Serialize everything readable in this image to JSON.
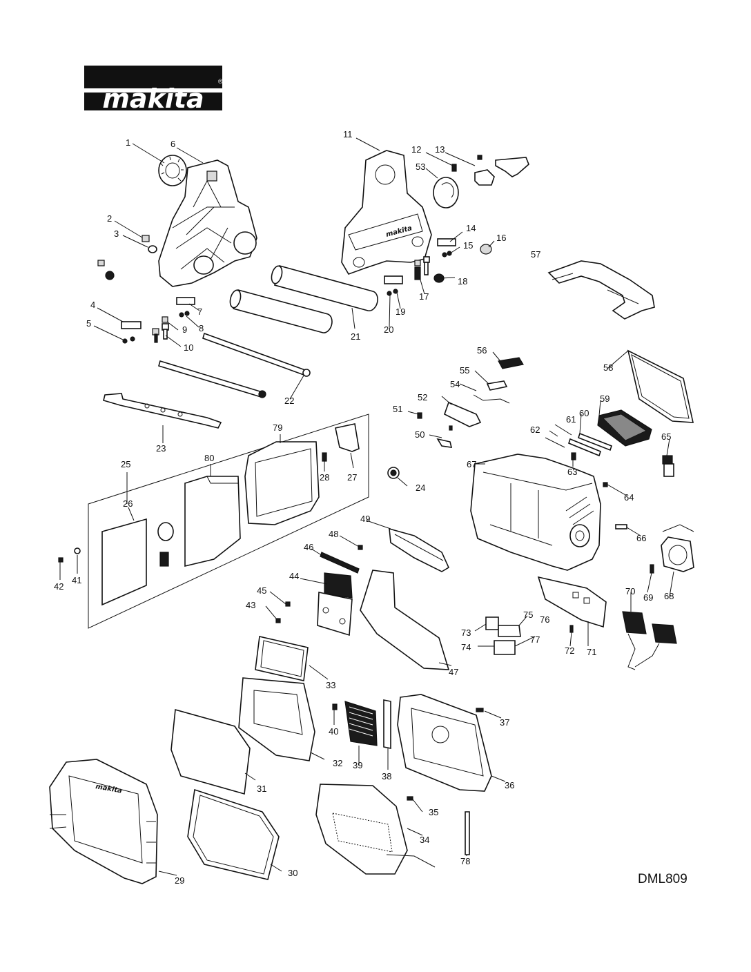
{
  "brand": {
    "logo_text": "makita",
    "registered_mark": "®"
  },
  "model": "DML809",
  "callouts": [
    "1",
    "2",
    "3",
    "4",
    "5",
    "6",
    "7",
    "8",
    "9",
    "10",
    "11",
    "12",
    "13",
    "14",
    "15",
    "16",
    "17",
    "18",
    "19",
    "20",
    "21",
    "22",
    "23",
    "24",
    "25",
    "26",
    "27",
    "28",
    "29",
    "30",
    "31",
    "32",
    "33",
    "34",
    "35",
    "36",
    "37",
    "38",
    "39",
    "40",
    "41",
    "42",
    "43",
    "44",
    "45",
    "46",
    "47",
    "48",
    "49",
    "50",
    "51",
    "52",
    "53",
    "54",
    "55",
    "56",
    "57",
    "58",
    "59",
    "60",
    "61",
    "62",
    "63",
    "64",
    "65",
    "66",
    "67",
    "68",
    "69",
    "70",
    "71",
    "72",
    "73",
    "74",
    "75",
    "76",
    "77",
    "78",
    "79",
    "80"
  ]
}
